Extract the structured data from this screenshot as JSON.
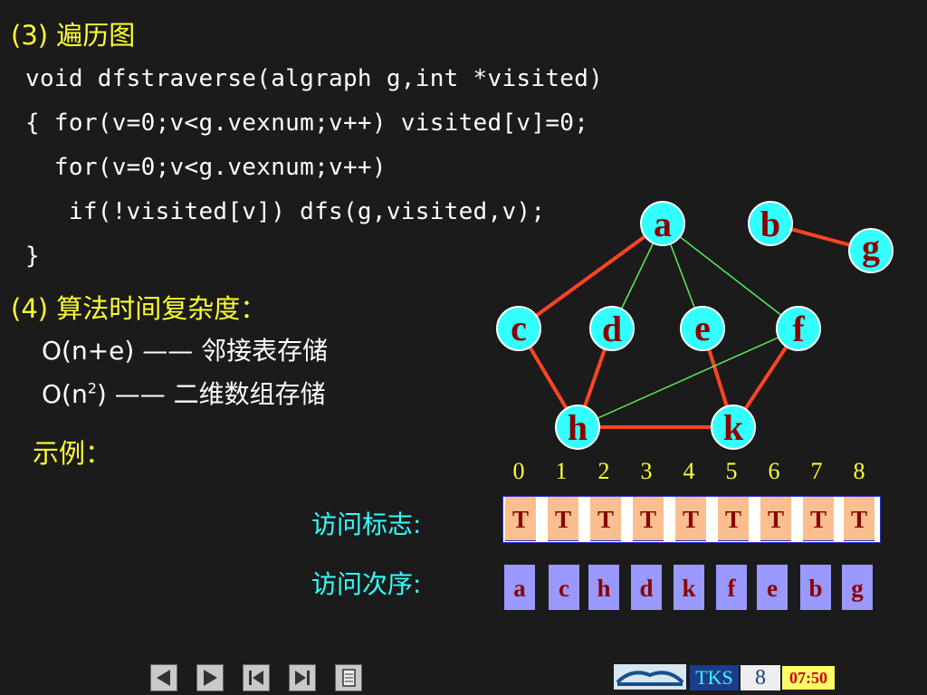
{
  "section3_title": "(3) 遍历图",
  "code": [
    "void dfstraverse(algraph g,int *visited)",
    "{ for(v=0;v<g.vexnum;v++) visited[v]=0;",
    "  for(v=0;v<g.vexnum;v++)",
    "   if(!visited[v]) dfs(g,visited,v);",
    "}"
  ],
  "section4_title": "(4) 算法时间复杂度：",
  "complexity": {
    "line1_o": "O",
    "line1_rest": "(n+e) —— 邻接表存储",
    "line2_o": "O",
    "line2_pre": "(n",
    "line2_sup": "2",
    "line2_rest": ") —— 二维数组存储"
  },
  "example_label": "示例：",
  "graph": {
    "nodes": [
      "a",
      "b",
      "g",
      "c",
      "d",
      "e",
      "f",
      "h",
      "k"
    ]
  },
  "indices": [
    "0",
    "1",
    "2",
    "3",
    "4",
    "5",
    "6",
    "7",
    "8"
  ],
  "visited_label": "访问标志:",
  "visited_flags": [
    "T",
    "T",
    "T",
    "T",
    "T",
    "T",
    "T",
    "T",
    "T"
  ],
  "order_label": "访问次序:",
  "visit_order": [
    "a",
    "c",
    "h",
    "d",
    "k",
    "f",
    "e",
    "b",
    "g"
  ],
  "footer": {
    "tks": "TKS",
    "page": "8",
    "time": "07:50"
  },
  "colors": {
    "background": "#1b1b1b",
    "node_fill": "#33ffff",
    "tree_edge": "#ff4422",
    "back_edge": "#55ee55",
    "flag_fill": "#fbbf8f",
    "order_fill": "#9999ff"
  }
}
